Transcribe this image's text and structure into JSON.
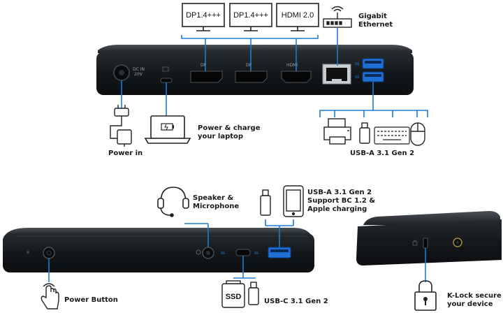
{
  "labels": {
    "monitor_1": "DP1.4+++",
    "monitor_2": "DP1.4+++",
    "monitor_3": "HDMI 2.0",
    "gigabit_ethernet": [
      "Gigabit",
      "Ethernet"
    ],
    "power_in": "Power in",
    "power_charge_laptop": [
      "Power & charge",
      "your laptop"
    ],
    "usb_a_rear": "USB-A 3.1 Gen 2",
    "speaker_microphone": [
      "Speaker &",
      "Microphone"
    ],
    "usb_a_front": [
      "USB-A 3.1 Gen 2",
      "Support BC 1.2 &",
      "Apple charging"
    ],
    "power_button": "Power Button",
    "ssd": "SSD",
    "usb_c": "USB-C 3.1 Gen 2",
    "k_lock": [
      "K-Lock secure",
      "your device"
    ]
  },
  "port_labels": {
    "dc_in": [
      "DC IN",
      "20V"
    ],
    "dp": "DP",
    "hdmi": "HDMI",
    "ss": "SS"
  },
  "colors": {
    "connector": "#1e7bd0",
    "device_body": "#14171a",
    "usb_port": "#1e6fd6",
    "line_art": "#222222"
  }
}
